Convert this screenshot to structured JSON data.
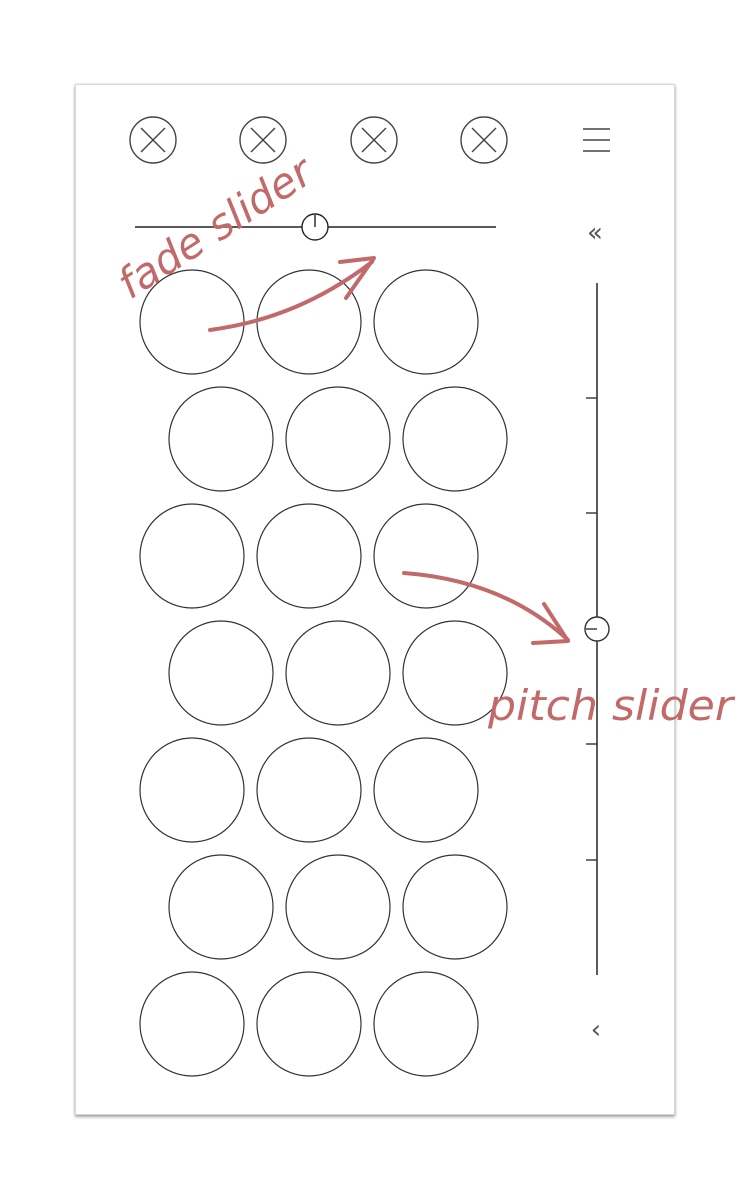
{
  "toolbar": {
    "close_buttons": [
      {
        "icon": "close-icon"
      },
      {
        "icon": "close-icon"
      },
      {
        "icon": "close-icon"
      },
      {
        "icon": "close-icon"
      }
    ],
    "menu": {
      "icon": "hamburger-menu-icon"
    }
  },
  "fade_slider": {
    "value": 0.5
  },
  "pitch_slider": {
    "value": 0.5,
    "ticks": 6
  },
  "nav": {
    "double_chevron": "«",
    "single_chevron": "‹"
  },
  "pads": {
    "rows": 7,
    "per_row": 3
  },
  "annotations": {
    "fade": "fade slider",
    "pitch": "pitch slider"
  },
  "colors": {
    "annotation": "#c26a6a",
    "stroke": "#333333"
  }
}
